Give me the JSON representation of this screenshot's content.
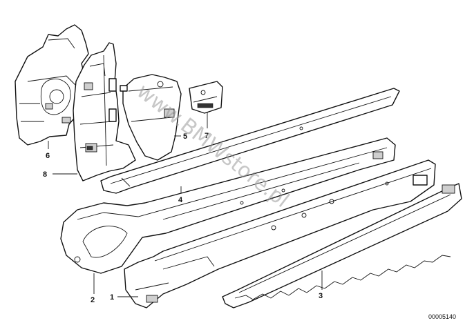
{
  "watermark": "www.BMWstore.pl",
  "reference_number": "00005140",
  "callouts": [
    {
      "id": "1",
      "label": "1"
    },
    {
      "id": "2",
      "label": "2"
    },
    {
      "id": "3",
      "label": "3"
    },
    {
      "id": "4",
      "label": "4"
    },
    {
      "id": "5",
      "label": "5"
    },
    {
      "id": "6",
      "label": "6"
    },
    {
      "id": "7",
      "label": "7"
    },
    {
      "id": "8",
      "label": "8"
    }
  ]
}
